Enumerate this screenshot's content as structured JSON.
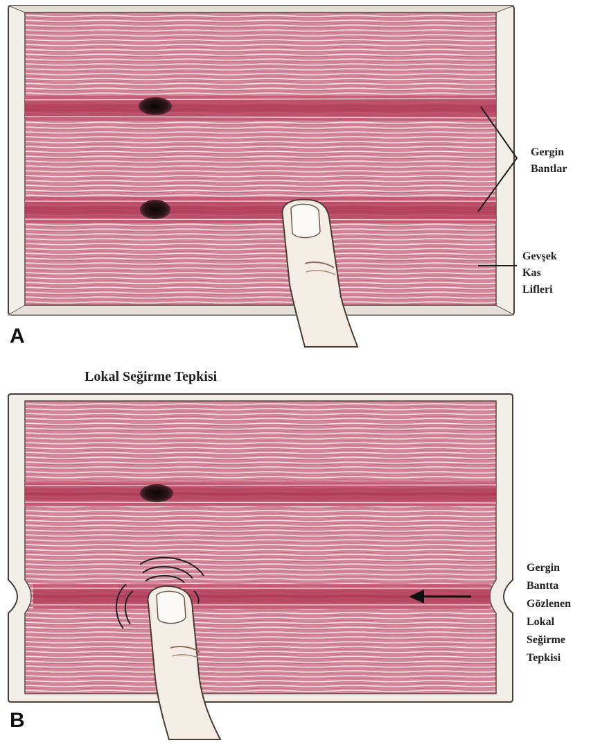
{
  "panel_a": {
    "letter": "A",
    "label_taut": [
      "Gergin",
      "Bantlar"
    ],
    "label_relaxed": [
      "Gevşek",
      "Kas",
      "Lifleri"
    ]
  },
  "panel_b": {
    "letter": "B",
    "title": "Lokal Seğirme Tepkisi",
    "label_response": [
      "Gergin",
      "Bantta",
      "Gözlenen",
      "Lokal",
      "Seğirme",
      "Tepkisi"
    ]
  },
  "colors": {
    "muscle_fill": "#d58a9a",
    "fiber_line": "#f4e6ea",
    "band_dark": "#b8405e",
    "nodule": "#2a1418",
    "frame": "#f2efe9",
    "frame_border": "#4a3c38",
    "finger": "#f3ede6"
  }
}
